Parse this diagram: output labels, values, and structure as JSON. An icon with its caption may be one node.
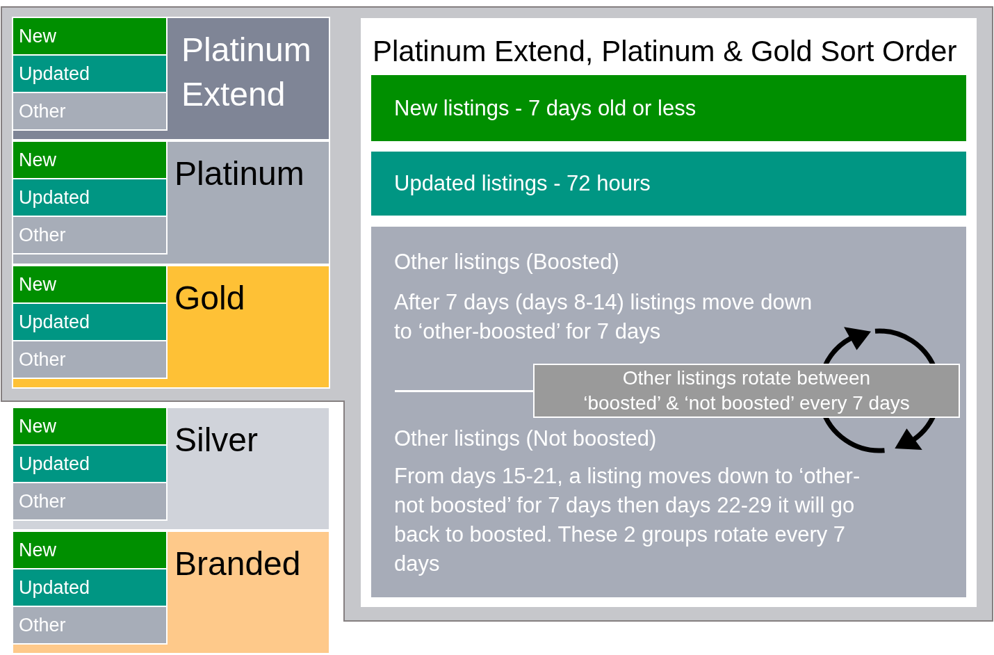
{
  "diagram": {
    "nodes": [
      {
        "text": [
          "Platinum Extend"
        ]
      },
      {
        "text": [
          "New"
        ],
        "in": 0
      },
      {
        "text": [
          "Updated"
        ],
        "in": 0
      },
      {
        "text": [
          "Other"
        ],
        "in": 0
      },
      {
        "text": [
          "Platinum"
        ]
      },
      {
        "text": [
          "New"
        ],
        "in": 4
      },
      {
        "text": [
          "Updated"
        ],
        "in": 4
      },
      {
        "text": [
          "Other"
        ],
        "in": 4
      },
      {
        "text": [
          "Gold"
        ]
      },
      {
        "text": [
          "New"
        ],
        "in": 8
      },
      {
        "text": [
          "Updated"
        ],
        "in": 8
      },
      {
        "text": [
          "Other"
        ],
        "in": 8
      },
      {
        "text": [
          "Silver"
        ]
      },
      {
        "text": [
          "New"
        ],
        "in": 12
      },
      {
        "text": [
          "Updated"
        ],
        "in": 12
      },
      {
        "text": [
          "Other"
        ],
        "in": 12
      },
      {
        "text": [
          "Branded"
        ]
      },
      {
        "text": [
          "New"
        ],
        "in": 16
      },
      {
        "text": [
          "Updated"
        ],
        "in": 16
      },
      {
        "text": [
          "Other"
        ],
        "in": 16
      },
      {
        "text": [
          "Platinum Extend, Platinum & Gold Sort Order"
        ]
      },
      {
        "text": [
          "New listings - 7 days old or less"
        ],
        "in": 20
      },
      {
        "text": [
          "Updated listings - 72 hours"
        ],
        "in": 20
      },
      {
        "text": [
          "Other listings (Boosted)",
          "After 7 days (days 8-14) listings move down to ‘other-boosted’ for 7 days",
          "Other listings (Not boosted)",
          "From days 15-21, a listing moves down to ‘other-not boosted’ for 7 days then days 22-29 it will go back to boosted. These 2 groups rotate every 7 days"
        ],
        "in": 20
      },
      {
        "text": [
          "Other listings rotate between ‘boosted’ & ‘not boosted’ every 7 days"
        ],
        "in": 23
      }
    ]
  }
}
